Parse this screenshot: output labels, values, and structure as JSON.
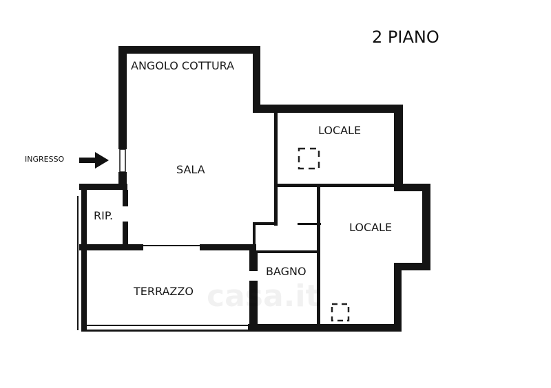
{
  "title": "2 PIANO",
  "entrance_label": "INGRESSO",
  "rooms": {
    "kitchen": "ANGOLO COTTURA",
    "living": "SALA",
    "room1": "LOCALE",
    "room2": "LOCALE",
    "storage": "RIP.",
    "bathroom": "BAGNO",
    "terrace": "TERRAZZO"
  },
  "watermark": "casa.it",
  "colors": {
    "wall": "#141414",
    "background": "#ffffff"
  }
}
